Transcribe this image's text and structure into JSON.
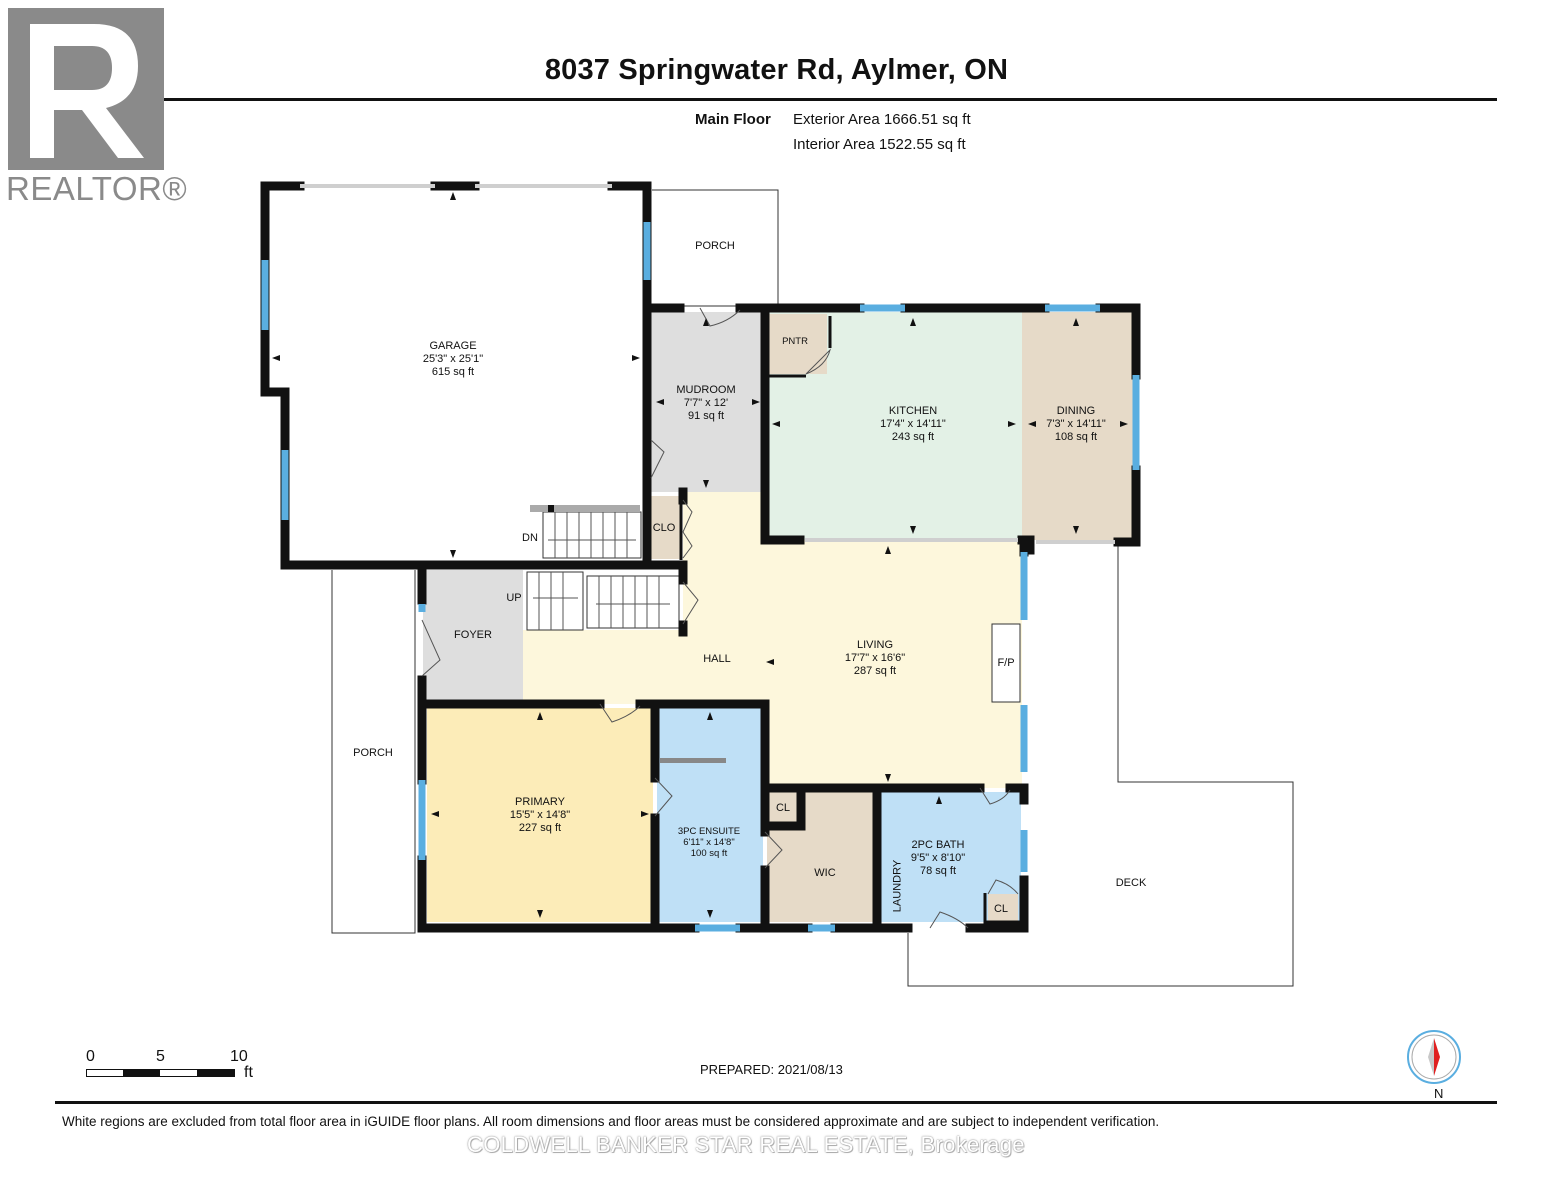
{
  "header": {
    "title": "8037 Springwater Rd, Aylmer, ON",
    "floor_label": "Main Floor",
    "exterior_area": "Exterior Area 1666.51 sq ft",
    "interior_area": "Interior Area 1522.55 sq ft"
  },
  "logo": {
    "word": "REALTOR®"
  },
  "rooms": {
    "garage": {
      "name": "GARAGE",
      "dims": "25'3\" x 25'1\"",
      "area": "615 sq ft"
    },
    "porch_top": {
      "name": "PORCH"
    },
    "mudroom": {
      "name": "MUDROOM",
      "dims": "7'7\" x 12'",
      "area": "91 sq ft"
    },
    "pantry": {
      "name": "PNTR"
    },
    "kitchen": {
      "name": "KITCHEN",
      "dims": "17'4\" x 14'11\"",
      "area": "243 sq ft"
    },
    "dining": {
      "name": "DINING",
      "dims": "7'3\" x 14'11\"",
      "area": "108 sq ft"
    },
    "closet": {
      "name": "CLO"
    },
    "stairs_down": {
      "name": "DN"
    },
    "stairs_up": {
      "name": "UP"
    },
    "foyer": {
      "name": "FOYER"
    },
    "hall": {
      "name": "HALL"
    },
    "living": {
      "name": "LIVING",
      "dims": "17'7\" x 16'6\"",
      "area": "287 sq ft"
    },
    "fireplace": {
      "name": "F/P"
    },
    "porch_left": {
      "name": "PORCH"
    },
    "primary": {
      "name": "PRIMARY",
      "dims": "15'5\" x 14'8\"",
      "area": "227 sq ft"
    },
    "ensuite": {
      "name": "3PC ENSUITE",
      "dims": "6'11\" x 14'8\"",
      "area": "100 sq ft"
    },
    "cl_wic": {
      "name": "CL"
    },
    "wic": {
      "name": "WIC"
    },
    "bath2": {
      "name": "2PC BATH",
      "dims": "9'5\" x 8'10\"",
      "area": "78 sq ft"
    },
    "laundry": {
      "name": "LAUNDRY"
    },
    "cl_bath": {
      "name": "CL"
    },
    "deck": {
      "name": "DECK"
    }
  },
  "scale": {
    "labels": [
      "0",
      "5",
      "10"
    ],
    "unit": "ft"
  },
  "prepared": "PREPARED: 2021/08/13",
  "compass": {
    "label": "N"
  },
  "footer": {
    "disclaimer": "White regions are excluded from total floor area in iGUIDE floor plans. All room dimensions and floor areas must be considered approximate and are subject to independent verification.",
    "brokerage": "COLDWELL BANKER STAR REAL ESTATE, Brokerage"
  },
  "colors": {
    "kitchen": "#e3f1e6",
    "dining": "#e6dac8",
    "hall_living": "#fdf7dc",
    "mudroom_foyer": "#dedede",
    "primary": "#fcecb8",
    "bath": "#bfe0f6",
    "wic": "#e6dac8",
    "window": "#5aaee0",
    "wall": "#111111"
  }
}
